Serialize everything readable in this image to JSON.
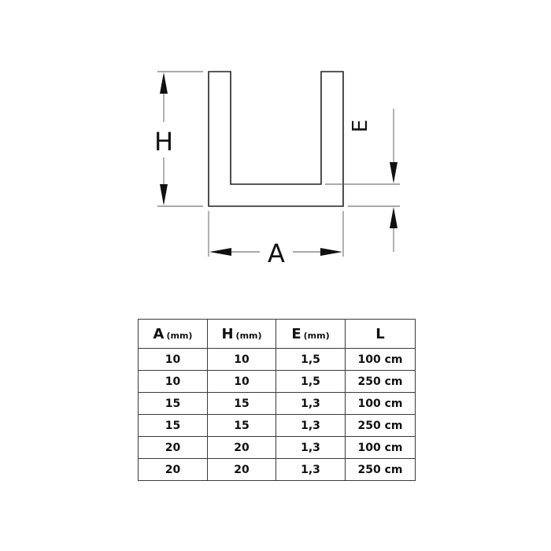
{
  "diagram": {
    "type": "U-channel profile cross-section",
    "labels": {
      "height": "H",
      "width": "A",
      "thickness": "E"
    }
  },
  "table": {
    "headers": [
      {
        "symbol": "A",
        "unit": "(mm)"
      },
      {
        "symbol": "H",
        "unit": "(mm)"
      },
      {
        "symbol": "E",
        "unit": "(mm)"
      },
      {
        "symbol": "L",
        "unit": ""
      }
    ],
    "rows": [
      [
        "10",
        "10",
        "1,5",
        "100 cm"
      ],
      [
        "10",
        "10",
        "1,5",
        "250 cm"
      ],
      [
        "15",
        "15",
        "1,3",
        "100 cm"
      ],
      [
        "15",
        "15",
        "1,3",
        "250 cm"
      ],
      [
        "20",
        "20",
        "1,3",
        "100 cm"
      ],
      [
        "20",
        "20",
        "1,3",
        "250 cm"
      ]
    ]
  }
}
